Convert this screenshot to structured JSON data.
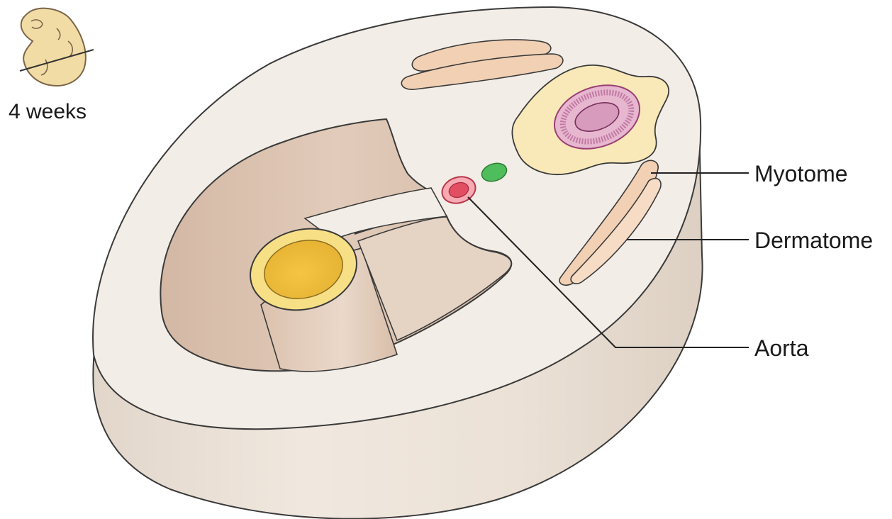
{
  "age_label": "4 weeks",
  "labels": {
    "myotome": "Myotome",
    "dermatome": "Dermatome",
    "aorta": "Aorta"
  },
  "colors": {
    "tissue": "#f1ebe3",
    "tissue_side": "#e9dfd5",
    "body_cavity": "#dcc4b2",
    "gut_lumen": "#f0c648",
    "neural_tube": "#c27aa3",
    "notochord": "#4fbd5b",
    "aorta": "#e24f62",
    "somite": "#f2d0b4",
    "embryo_icon": "#f2dca6"
  }
}
